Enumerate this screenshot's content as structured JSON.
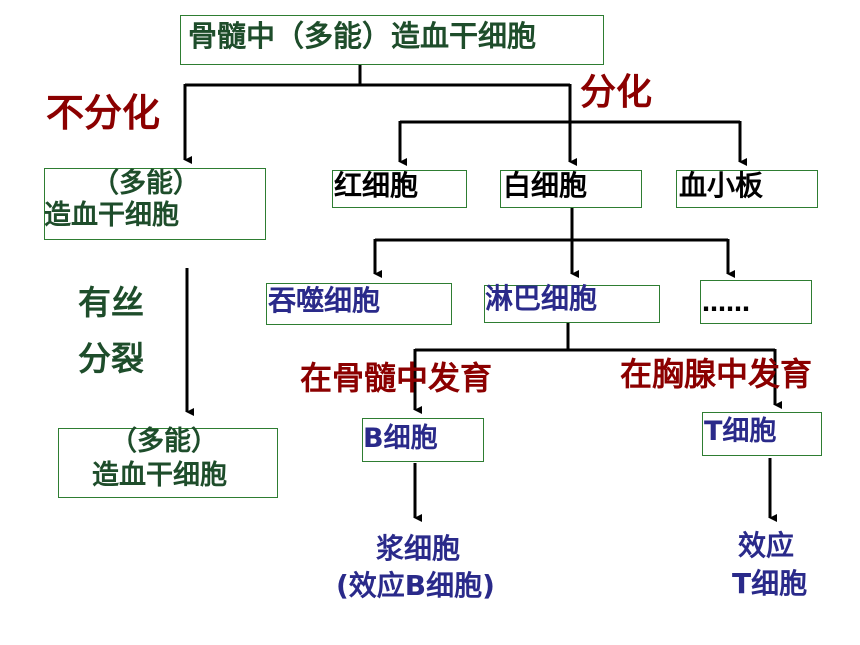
{
  "root": "骨髓中（多能）造血干细胞",
  "label_no_diff": "不分化",
  "label_diff": "分化",
  "left_cell_1": [
    "（多能）",
    "造血干细胞"
  ],
  "label_mitosis": [
    "有丝",
    "分裂"
  ],
  "left_cell_2": [
    "（多能）",
    "造血干细胞"
  ],
  "red_cell": "红细胞",
  "white_cell": "白细胞",
  "platelet": "血小板",
  "phagocyte": "吞噬细胞",
  "lymphocyte": "淋巴细胞",
  "etc": "……",
  "label_bone_marrow": "在骨髓中发育",
  "label_thymus": "在胸腺中发育",
  "b_cell": "B细胞",
  "t_cell": "T细胞",
  "plasma_cell": [
    "浆细胞",
    "(效应B细胞)"
  ],
  "effector_t": [
    "效应",
    "T细胞"
  ],
  "colors": {
    "box_border": "#2e7d32",
    "dark_red": "#8b0000",
    "dark_green": "#1e4d2b",
    "blue": "#2a2a8a"
  }
}
